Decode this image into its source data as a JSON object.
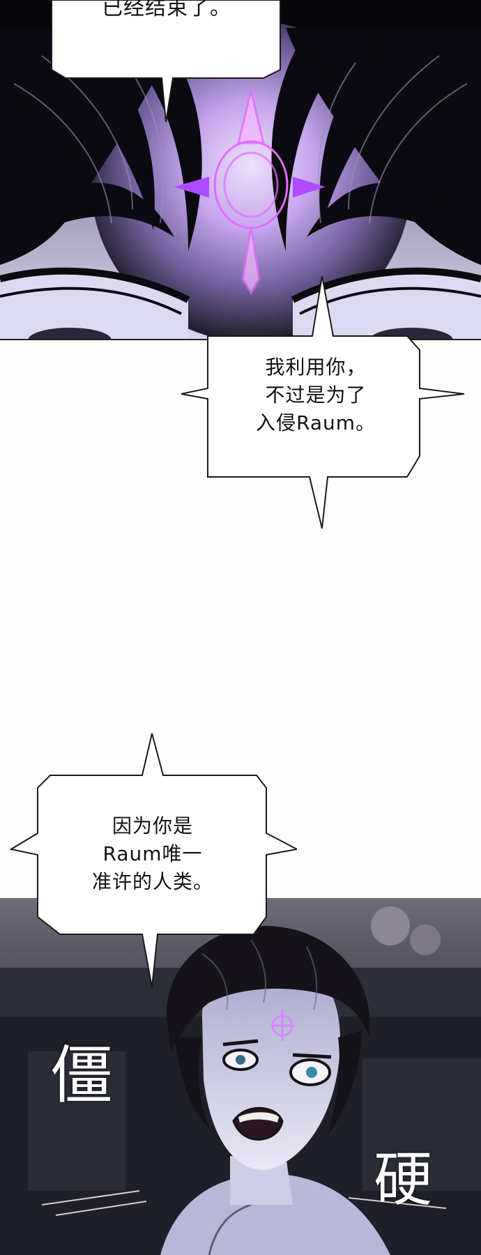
{
  "bubbles": {
    "top": {
      "text": "已经结束了。"
    },
    "middle": {
      "lines": [
        "我利用你，",
        "不过是为了",
        "入侵Raum。"
      ]
    },
    "lower": {
      "lines": [
        "因为你是",
        "Raum唯一",
        "准许的人类。"
      ]
    }
  },
  "sfx": {
    "left": "僵",
    "right": "硬"
  },
  "colors": {
    "glow": "#c46cff",
    "sigil": "#e36bff",
    "bubble_fill": "#ffffff",
    "bubble_stroke": "#1a1a1a",
    "page_bg": "#fdfdfd"
  }
}
